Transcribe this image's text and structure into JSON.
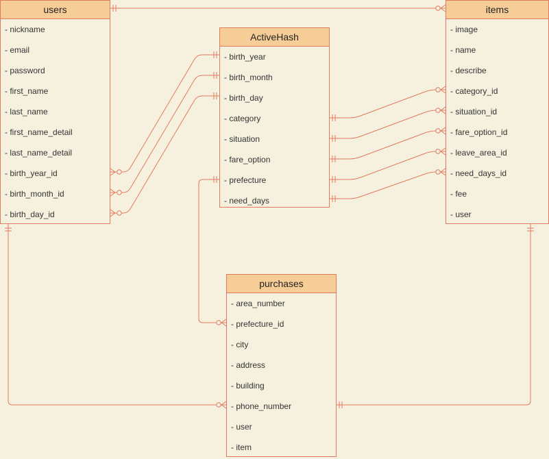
{
  "colors": {
    "background": "#f6f0de",
    "header_fill": "#f6cd96",
    "border": "#e07a5f"
  },
  "users": {
    "title": "users",
    "attributes": [
      "- nickname",
      "- email",
      "- password",
      "- first_name",
      "- last_name",
      "- first_name_detail",
      "- last_name_detail",
      "- birth_year_id",
      "- birth_month_id",
      "- birth_day_id"
    ]
  },
  "active_hash": {
    "title": "ActiveHash",
    "attributes": [
      "- birth_year",
      "- birth_month",
      "- birth_day",
      "- category",
      "- situation",
      "- fare_option",
      "- prefecture",
      "- need_days"
    ]
  },
  "items": {
    "title": "items",
    "attributes": [
      "- image",
      "- name",
      "- describe",
      "- category_id",
      "- situation_id",
      "- fare_option_id",
      "- leave_area_id",
      "- need_days_id",
      "- fee",
      "- user"
    ]
  },
  "purchases": {
    "title": "purchases",
    "attributes": [
      "- area_number",
      "- prefecture_id",
      "- city",
      "- address",
      "- building",
      "- phone_number",
      "- user",
      "- item"
    ]
  }
}
